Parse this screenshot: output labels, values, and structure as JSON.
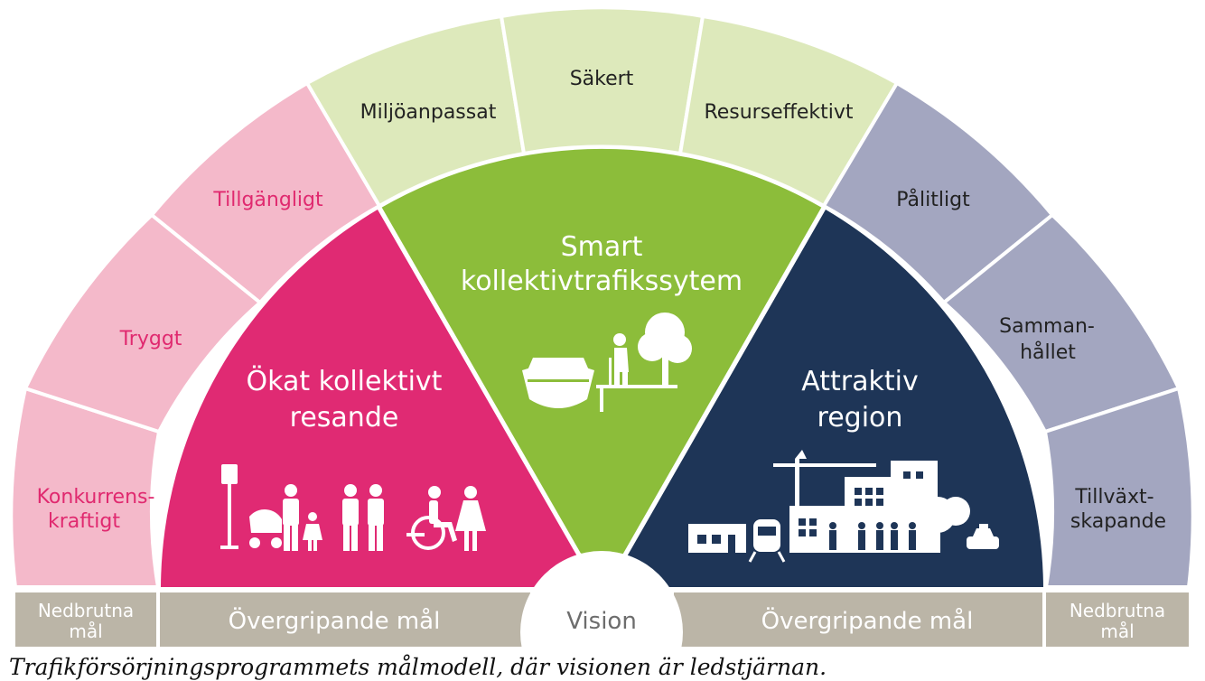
{
  "colors": {
    "pink_light": "#f4b9ca",
    "pink_text": "#e0296f",
    "pink_dark": "#e02a73",
    "green_light": "#dde9bb",
    "green_dark": "#8cbd3a",
    "navy_light": "#a3a6c0",
    "navy_dark": "#1e3557",
    "footer": "#bbb5a7"
  },
  "outer_ring": {
    "left": [
      "Konkurrens-",
      "kraftigt",
      "Tryggt",
      "Tillgängligt"
    ],
    "top": [
      "Miljöanpassat",
      "Säkert",
      "Resurseffektivt"
    ],
    "right": [
      "Pålitligt",
      "Samman-",
      "hållet",
      "Tillväxt-",
      "skapande"
    ]
  },
  "sectors": {
    "left_title": [
      "Ökat kollektivt",
      "resande"
    ],
    "center_title": [
      "Smart",
      "kollektivtrafikssytem"
    ],
    "right_title": [
      "Attraktiv",
      "region"
    ]
  },
  "icons": {
    "left": [
      "bus-stop-icon",
      "stroller-icon",
      "parent-child-icon",
      "couple-icon",
      "wheelchair-icon",
      "woman-icon"
    ],
    "center": [
      "boat-icon",
      "elderly-person-icon",
      "tree-icon"
    ],
    "right": [
      "crane-icon",
      "city-buildings-icon",
      "train-icon",
      "people-icon",
      "tree-icon",
      "taxi-icon"
    ]
  },
  "footer": {
    "left_small": [
      "Nedbrutna",
      "mål"
    ],
    "left_big": "Övergripande mål",
    "center": "Vision",
    "right_big": "Övergripande mål",
    "right_small": [
      "Nedbrutna",
      "mål"
    ]
  },
  "caption": "Trafikförsörjningsprogrammets målmodell, där visionen är ledstjärnan."
}
